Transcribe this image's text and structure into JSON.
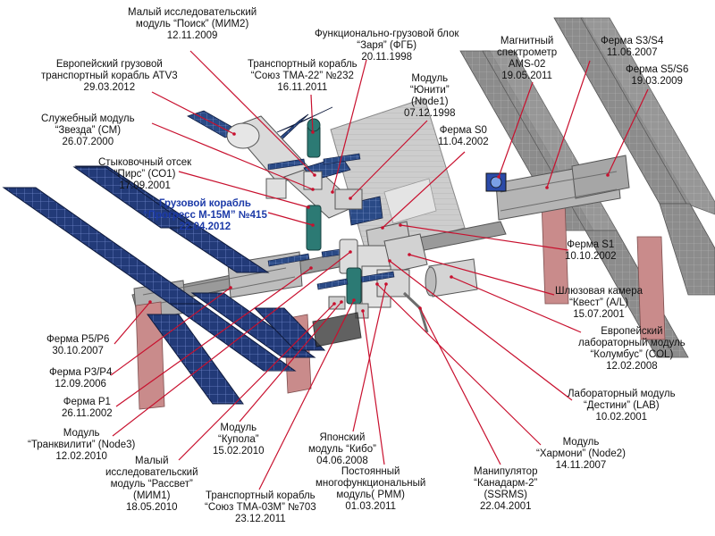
{
  "colors": {
    "panel": "#223a78",
    "panel_grid": "#6f86c9",
    "radiator": "#c9c9c9",
    "truss": "#9a9a9a",
    "module": "#d8d8d8",
    "leader": "#c8102e",
    "accent_label": "#1c3aa8",
    "teal": "#2c7a74",
    "pink": "#c98b8b"
  },
  "labels": {
    "poisk": [
      "Малый исследовательский",
      "модуль “Поиск” (МИМ2)",
      "12.11.2009"
    ],
    "zarya": [
      "Функционально-грузовой блок",
      "“Заря” (ФГБ)",
      "20.11.1998"
    ],
    "ams": [
      "Магнитный",
      "спектрометр",
      "AMS-02",
      "19.05.2011"
    ],
    "s3s4": [
      "Ферма S3/S4",
      "11.06.2007"
    ],
    "atv": [
      "Европейский грузовой",
      "транспортный корабль ATV3",
      "29.03.2012"
    ],
    "soyuz22": [
      "Транспортный корабль",
      "“Союз ТМА-22” №232",
      "16.11.2011"
    ],
    "s5s6": [
      "Ферма S5/S6",
      "19.03.2009"
    ],
    "unity": [
      "Модуль",
      "“Юнити”",
      "(Node1)",
      "07.12.1998"
    ],
    "zvezda": [
      "Служебный модуль",
      "“Звезда” (СМ)",
      "26.07.2000"
    ],
    "s0": [
      "Ферма S0",
      "11.04.2002"
    ],
    "pirs": [
      "Стыковочный отсек",
      "“Пирс” (СО1)",
      "17.09.2001"
    ],
    "progress": [
      "Грузовой корабль",
      "“Прогресс М-15М” №415",
      "22.04.2012"
    ],
    "s1": [
      "Ферма S1",
      "10.10.2002"
    ],
    "quest": [
      "Шлюзовая камера",
      "“Квест” (A/L)",
      "15.07.2001"
    ],
    "columbus": [
      "Европейский",
      "лабораторный модуль",
      "“Колумбус” (COL)",
      "12.02.2008"
    ],
    "p5p6": [
      "Ферма P5/P6",
      "30.10.2007"
    ],
    "p3p4": [
      "Ферма P3/P4",
      "12.09.2006"
    ],
    "destiny": [
      "Лабораторный модуль",
      "“Дестини” (LAB)",
      "10.02.2001"
    ],
    "p1": [
      "Ферма P1",
      "26.11.2002"
    ],
    "tranquility": [
      "Модуль",
      "“Транквилити” (Node3)",
      "12.02.2010"
    ],
    "cupola": [
      "Модуль",
      "“Купола”",
      "15.02.2010"
    ],
    "kibo": [
      "Японский",
      "модуль “Кибо”",
      "04.06.2008"
    ],
    "harmony": [
      "Модуль",
      "“Хармони” (Node2)",
      "14.11.2007"
    ],
    "rassvet": [
      "Малый",
      "исследовательский",
      "модуль “Рассвет”",
      "(МИМ1)",
      "18.05.2010"
    ],
    "pmm": [
      "Постоянный",
      "многофункциональный",
      "модуль( PMM)",
      "01.03.2011"
    ],
    "canadarm": [
      "Манипулятор",
      "“Канадарм-2”",
      "(SSRMS)",
      "22.04.2001"
    ],
    "soyuz03m": [
      "Транспортный корабль",
      "“Союз ТМА-03М” №703",
      "23.12.2011"
    ]
  }
}
